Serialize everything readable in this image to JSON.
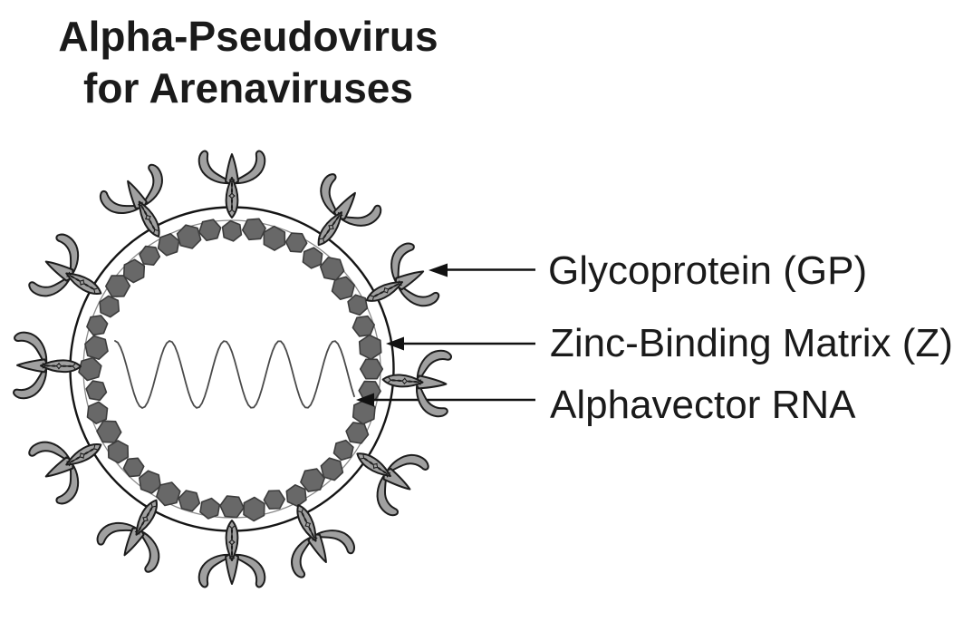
{
  "title": {
    "line1": "Alpha-Pseudovirus",
    "line2": "for Arenaviruses"
  },
  "labels": {
    "glycoprotein": "Glycoprotein (GP)",
    "matrix": "Zinc-Binding Matrix (Z)",
    "rna": "Alphavector RNA"
  },
  "colors": {
    "background": "#ffffff",
    "text": "#1a1a1a",
    "membrane_outline": "#151515",
    "inner_membrane": "#8a8a8a",
    "matrix_fill": "#686868",
    "matrix_outline": "#3c3c3c",
    "spike_fill": "#a0a0a0",
    "spike_outline": "#1c1c1c",
    "rna_stroke": "#4a4a4a",
    "arrow": "#111111"
  }
}
